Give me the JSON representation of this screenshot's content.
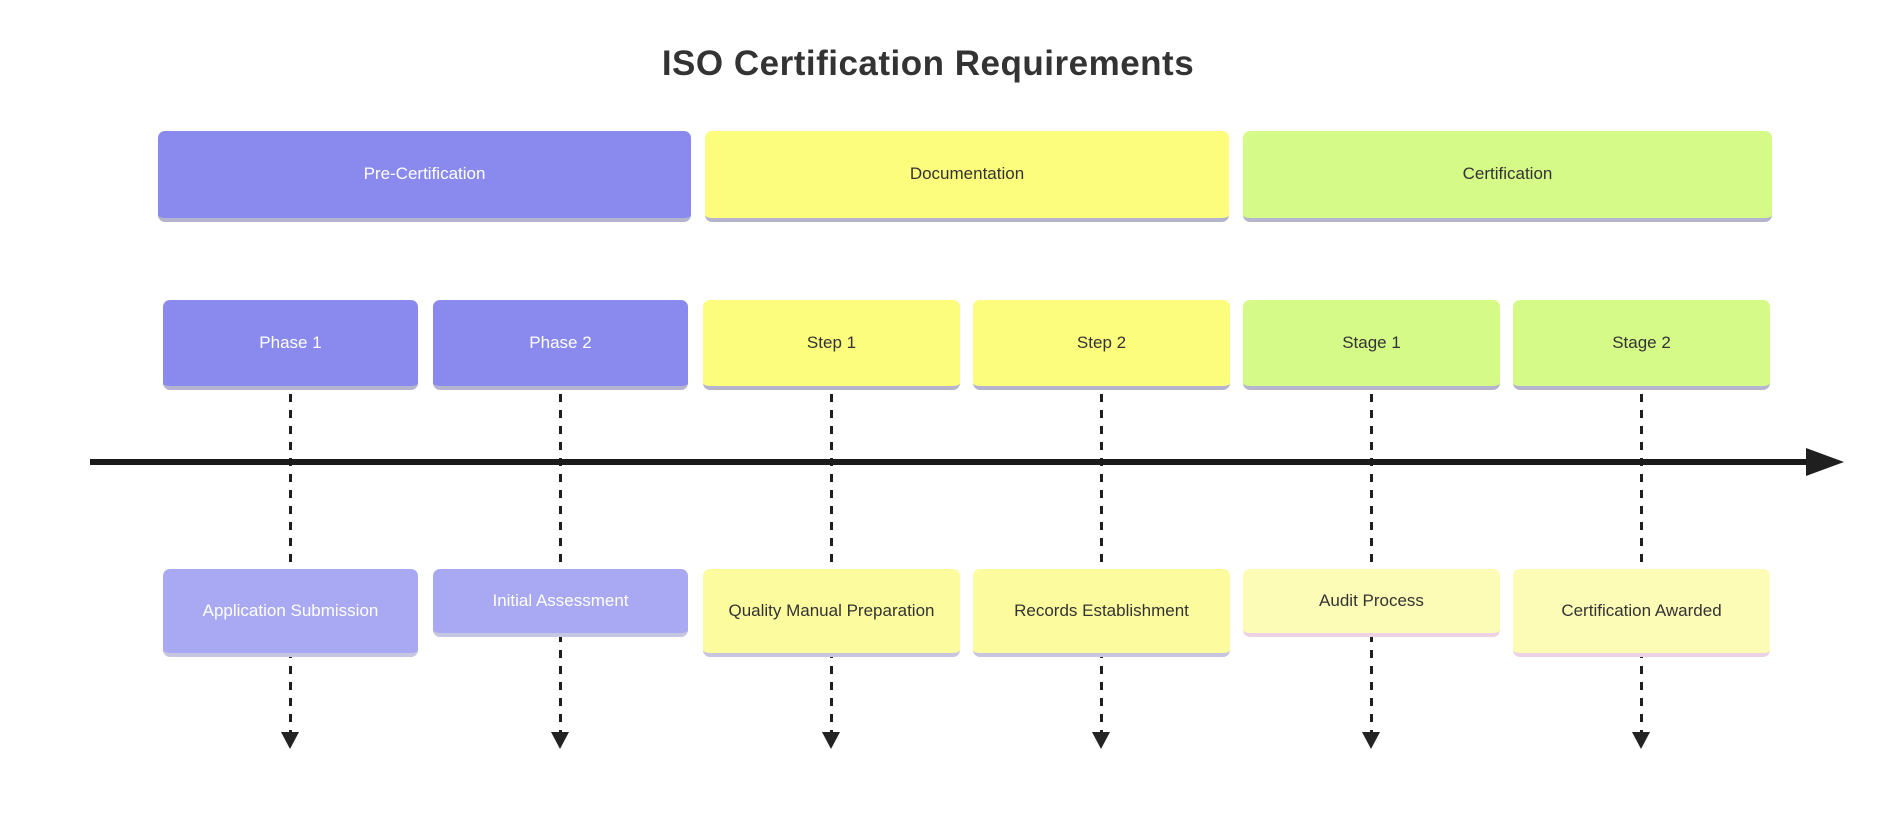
{
  "title": "ISO Certification Requirements",
  "axis": {
    "line_color": "#1a1a1a",
    "connector_color": "#1f1f1f"
  },
  "title_color": "#333333",
  "sections": [
    {
      "label": "Pre-Certification",
      "colors": {
        "fill": "#8a8aee",
        "text": "#ffffff",
        "shadow": "#b4b4cf",
        "event_fill": "#a9a9f3",
        "event_text": "#ffffff",
        "event_shadow": "#c6c6e0"
      },
      "periods": [
        {
          "label": "Phase 1",
          "event": "Application Submission"
        },
        {
          "label": "Phase 2",
          "event": "Initial Assessment"
        }
      ]
    },
    {
      "label": "Documentation",
      "colors": {
        "fill": "#fdfd7d",
        "text": "#333333",
        "shadow": "#b4b4cf",
        "event_fill": "#fcfc9f",
        "event_text": "#333333",
        "event_shadow": "#c6c6e0"
      },
      "periods": [
        {
          "label": "Step 1",
          "event": "Quality Manual Preparation"
        },
        {
          "label": "Step 2",
          "event": "Records Establishment"
        }
      ]
    },
    {
      "label": "Certification",
      "colors": {
        "fill": "#d6fa87",
        "text": "#333333",
        "shadow": "#b4b4cf",
        "event_fill": "#fcfcb7",
        "event_text": "#333333",
        "event_shadow": "#ecd2e4"
      },
      "periods": [
        {
          "label": "Stage 1",
          "event": "Audit Process"
        },
        {
          "label": "Stage 2",
          "event": "Certification Awarded"
        }
      ]
    }
  ]
}
